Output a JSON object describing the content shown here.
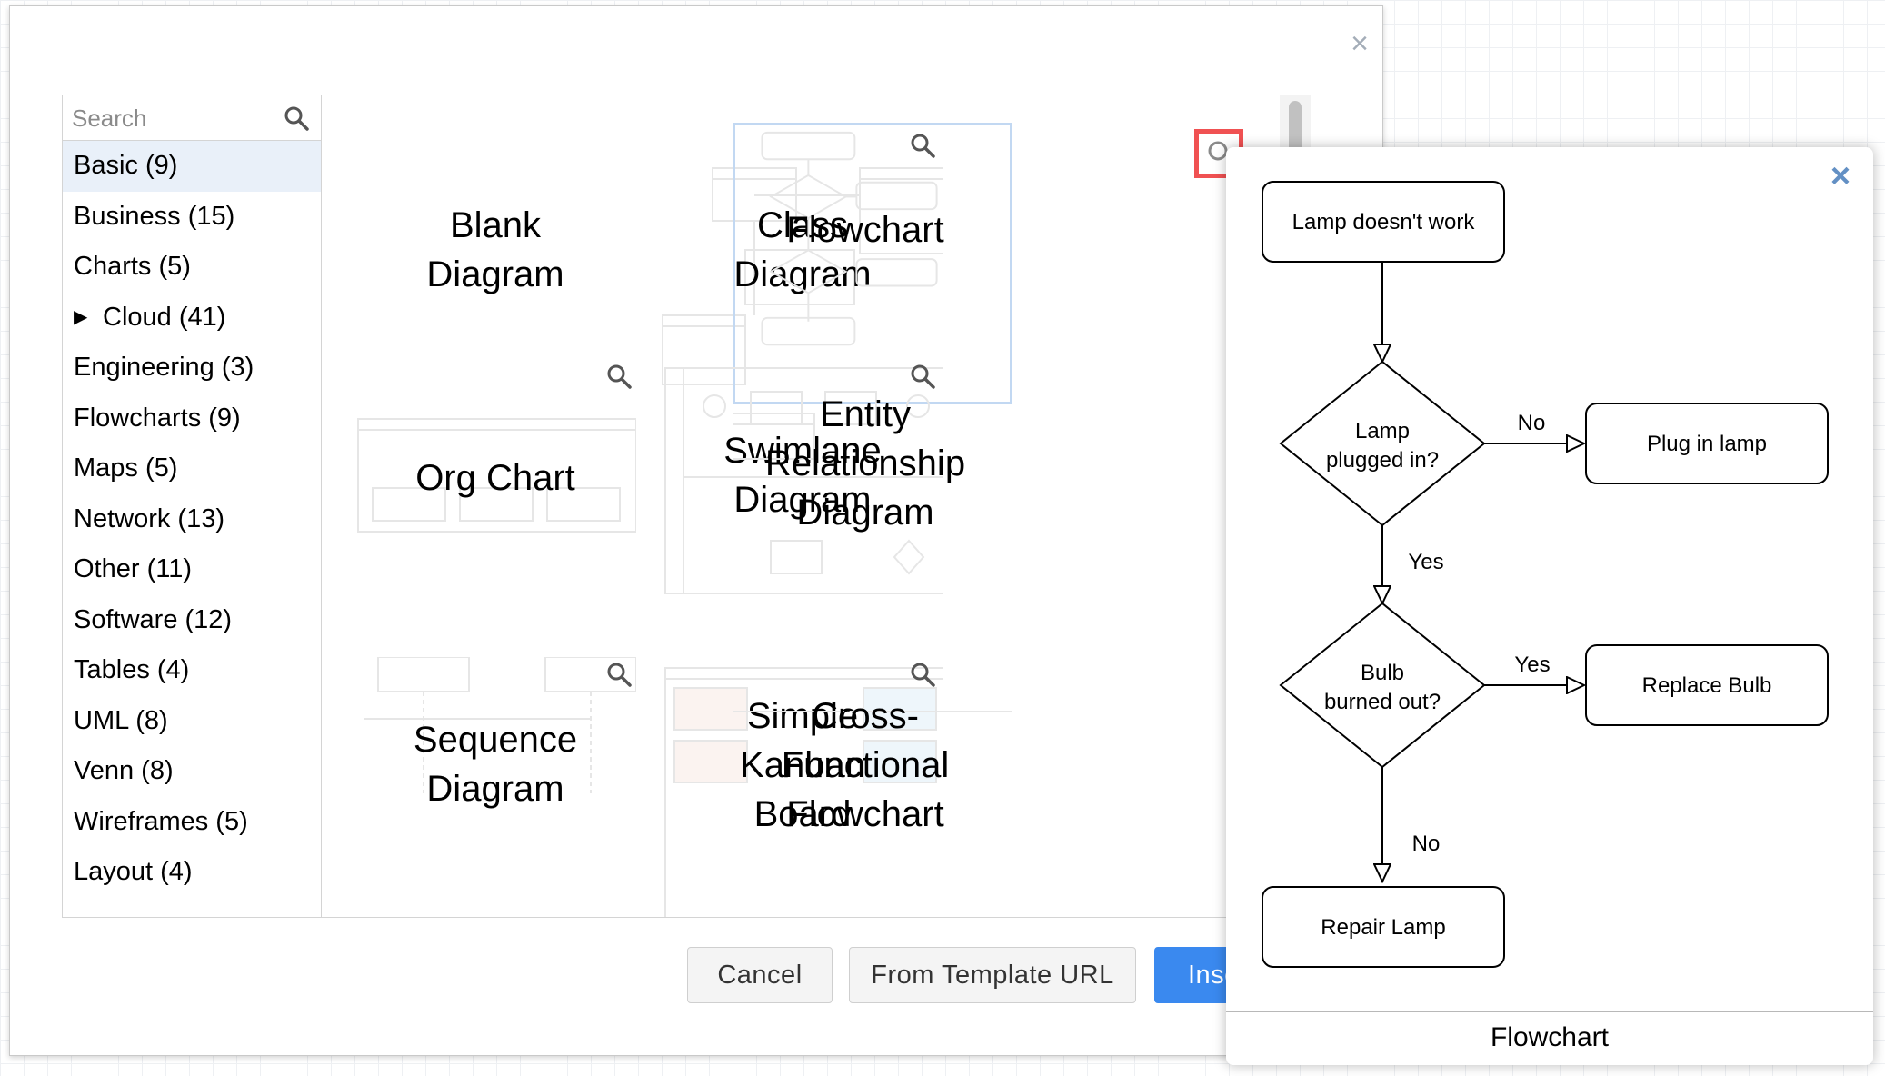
{
  "dialog": {
    "close_glyph": "×",
    "search": {
      "placeholder": "Search"
    },
    "categories": [
      {
        "label": "Basic (9)",
        "selected": true
      },
      {
        "label": "Business (15)"
      },
      {
        "label": "Charts (5)"
      },
      {
        "label": "Cloud (41)",
        "expandable": true,
        "expander": "▶"
      },
      {
        "label": "Engineering (3)"
      },
      {
        "label": "Flowcharts (9)"
      },
      {
        "label": "Maps (5)"
      },
      {
        "label": "Network (13)"
      },
      {
        "label": "Other (11)"
      },
      {
        "label": "Software (12)"
      },
      {
        "label": "Tables (4)"
      },
      {
        "label": "UML (8)"
      },
      {
        "label": "Venn (8)"
      },
      {
        "label": "Wireframes (5)"
      },
      {
        "label": "Layout (4)"
      }
    ],
    "templates": [
      {
        "label": "Blank\nDiagram"
      },
      {
        "label": "Class\nDiagram"
      },
      {
        "label": "Flowchart",
        "selected": true
      },
      {
        "label": "Org Chart"
      },
      {
        "label": "Swimlane\nDiagram"
      },
      {
        "label": "Entity\nRelationship\nDiagram"
      },
      {
        "label": "Sequence\nDiagram"
      },
      {
        "label": "Simple\nKanban\nBoard"
      },
      {
        "label": "Cross-\nFunctional\nFlowchart"
      }
    ],
    "buttons": {
      "cancel": "Cancel",
      "from_url": "From Template URL",
      "insert": "Insert"
    }
  },
  "preview": {
    "close_glyph": "×",
    "title": "Flowchart",
    "nodes": {
      "start": "Lamp doesn't work",
      "decision1_line1": "Lamp",
      "decision1_line2": "plugged in?",
      "plug": "Plug in lamp",
      "decision2_line1": "Bulb",
      "decision2_line2": "burned out?",
      "replace": "Replace Bulb",
      "repair": "Repair Lamp"
    },
    "edges": {
      "d1_no": "No",
      "d1_yes": "Yes",
      "d2_yes": "Yes",
      "d2_no": "No"
    }
  },
  "colors": {
    "accent": "#3a89ef",
    "highlight": "#f05152",
    "selected_row": "#e9f0f9",
    "preview_close": "#6390c4"
  }
}
